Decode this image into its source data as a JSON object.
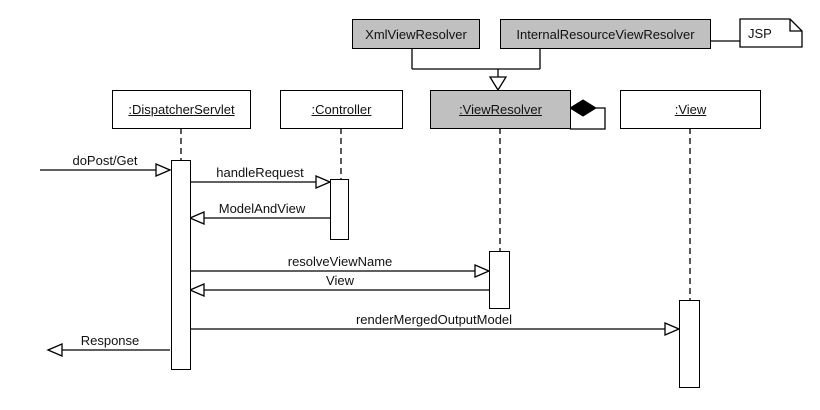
{
  "diagram_type": "uml-sequence-diagram",
  "classes": [
    {
      "label": "XmlViewResolver"
    },
    {
      "label": "InternalResourceViewResolver"
    },
    {
      "label": "JSP",
      "shape": "note"
    }
  ],
  "relationships": [
    {
      "type": "generalization",
      "from": [
        "XmlViewResolver",
        "InternalResourceViewResolver"
      ],
      "to": ":ViewResolver"
    },
    {
      "type": "association",
      "from": "InternalResourceViewResolver",
      "to": "JSP"
    },
    {
      "type": "composition-self",
      "on": ":ViewResolver"
    }
  ],
  "lifelines": [
    {
      "label": ":DispatcherServlet"
    },
    {
      "label": ":Controller"
    },
    {
      "label": ":ViewResolver"
    },
    {
      "label": ":View"
    }
  ],
  "messages": [
    {
      "label": "doPost/Get",
      "from": "external",
      "to": ":DispatcherServlet",
      "direction": "right"
    },
    {
      "label": "handleRequest",
      "from": ":DispatcherServlet",
      "to": ":Controller",
      "direction": "right"
    },
    {
      "label": "ModelAndView",
      "from": ":Controller",
      "to": ":DispatcherServlet",
      "direction": "left"
    },
    {
      "label": "resolveViewName",
      "from": ":DispatcherServlet",
      "to": ":ViewResolver",
      "direction": "right"
    },
    {
      "label": "View",
      "from": ":ViewResolver",
      "to": ":DispatcherServlet",
      "direction": "left"
    },
    {
      "label": "renderMergedOutputModel",
      "from": ":DispatcherServlet",
      "to": ":View",
      "direction": "right"
    },
    {
      "label": "Response",
      "from": ":DispatcherServlet",
      "to": "external",
      "direction": "left"
    }
  ],
  "colors": {
    "class_fill_gray": "#c0c0c0",
    "class_fill_white": "#ffffff",
    "line": "#000000",
    "background": "#ffffff"
  }
}
